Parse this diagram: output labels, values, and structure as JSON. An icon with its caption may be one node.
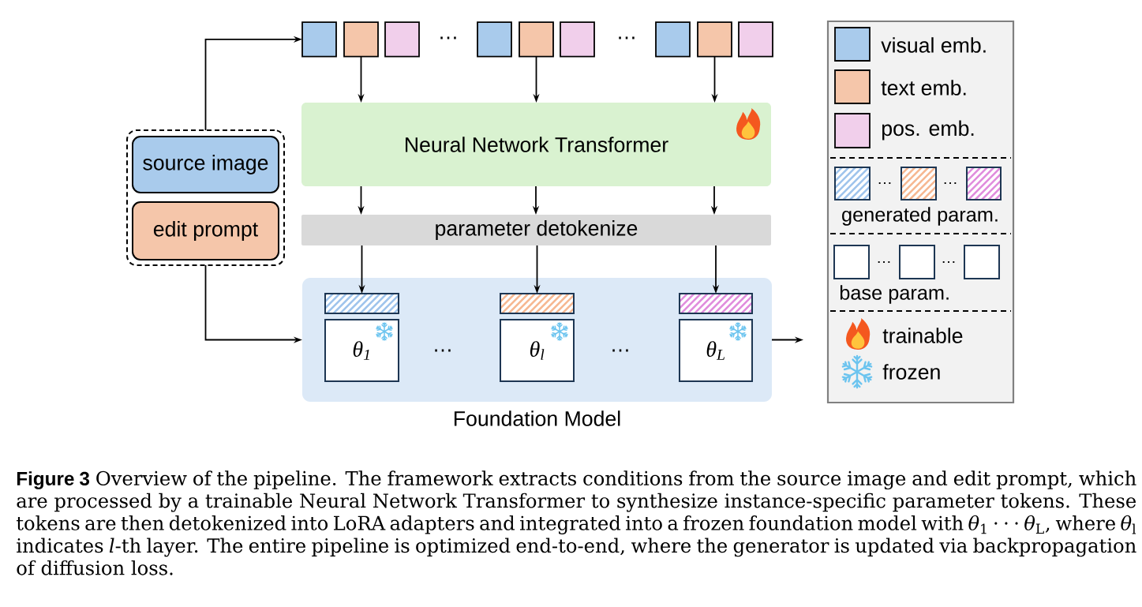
{
  "diagram": {
    "nodes": [
      {
        "text": [],
        "shape": "box"
      },
      {
        "text": [
          "source image"
        ],
        "in": 0
      },
      {
        "text": [
          "edit prompt"
        ],
        "in": 0
      },
      {
        "text": [],
        "shape": "box"
      },
      {
        "text": [],
        "shape": "box"
      },
      {
        "text": [],
        "shape": "box"
      },
      {
        "text": [],
        "shape": "box"
      },
      {
        "text": [],
        "shape": "box"
      },
      {
        "text": [],
        "shape": "box"
      },
      {
        "text": [],
        "shape": "box"
      },
      {
        "text": [],
        "shape": "box"
      },
      {
        "text": [],
        "shape": "box"
      },
      {
        "text": [
          "Neural Network Transformer"
        ]
      },
      {
        "text": [
          "parameter detokenize"
        ]
      },
      {
        "text": [
          "Foundation Model"
        ]
      },
      {
        "text": [],
        "shape": "bar",
        "in": 14
      },
      {
        "text": [
          "θ$_{1}$"
        ],
        "in": 14
      },
      {
        "text": [],
        "shape": "bar",
        "in": 14
      },
      {
        "text": [
          "θ$_{l}$"
        ],
        "in": 14
      },
      {
        "text": [],
        "shape": "bar",
        "in": 14
      },
      {
        "text": [
          "θ$_{L}$"
        ],
        "in": 14
      }
    ],
    "edges": [
      {
        "from": 0,
        "to": 3,
        "arrow": "to"
      },
      {
        "from": 0,
        "to": 14,
        "arrow": "to"
      },
      {
        "from": 4,
        "to": 12,
        "arrow": "to"
      },
      {
        "from": 7,
        "to": 12,
        "arrow": "to"
      },
      {
        "from": 10,
        "to": 12,
        "arrow": "to"
      },
      {
        "from": 12,
        "to": 13,
        "arrow": "to"
      },
      {
        "from": 12,
        "to": 13,
        "arrow": "to"
      },
      {
        "from": 12,
        "to": 13,
        "arrow": "to"
      },
      {
        "from": 13,
        "to": 15,
        "arrow": "to"
      },
      {
        "from": 13,
        "to": 17,
        "arrow": "to"
      },
      {
        "from": 13,
        "to": 19,
        "arrow": "to"
      },
      {
        "from": 14,
        "to": null,
        "arrow": "to"
      }
    ],
    "labels": [
      "…",
      "…",
      "…",
      "…",
      "…",
      "…",
      "…",
      "…"
    ],
    "legend": [
      {
        "text": "visual emb.",
        "color": "#a9cbec"
      },
      {
        "text": "text emb.",
        "color": "#f5c6aa"
      },
      {
        "text": "pos. emb.",
        "color": "#f1cfeb"
      },
      {
        "text": "generated param."
      },
      {
        "text": "base param."
      },
      {
        "text": "trainable"
      },
      {
        "text": "frozen"
      }
    ],
    "caption": "**Figure 3** Overview of the pipeline. The framework extracts conditions from the source image and edit prompt, which are processed by a trainable Neural Network Transformer to synthesize instance-specific parameter tokens. These tokens are then detokenized into LoRA adapters and integrated into a frozen foundation model with *θ*$_{1}$ · · · *θ*$_{L}$, where *θ*$_{l}$ indicates *l*-th layer. The entire pipeline is optimized end-to-end, where the generator is updated via backpropagation of diffusion loss."
  }
}
